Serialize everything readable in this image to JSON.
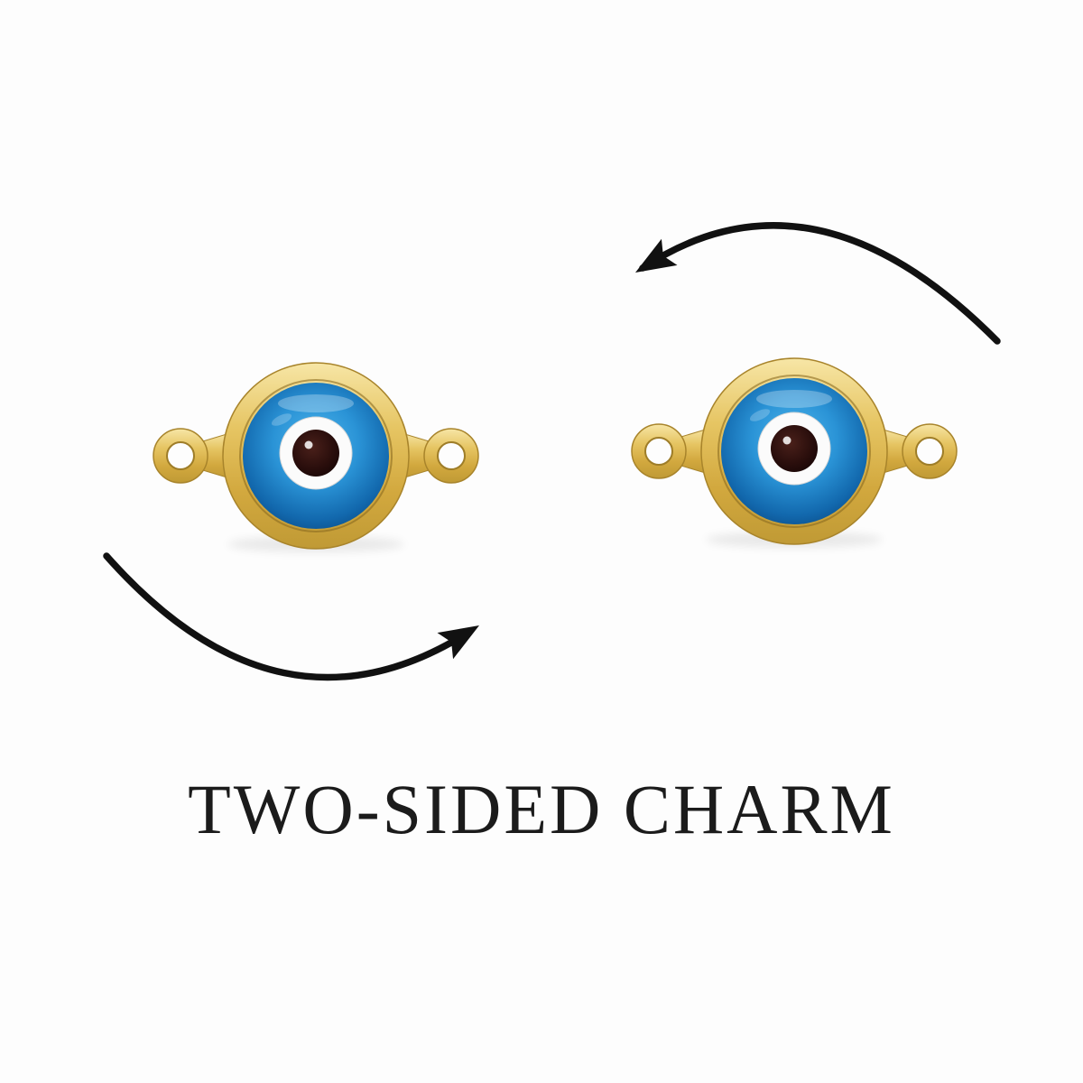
{
  "caption": {
    "text": "TWO-SIDED CHARM"
  },
  "icons": {
    "rotate_top": "rotate-counterclockwise-arrow",
    "rotate_bottom": "rotate-clockwise-arrow",
    "charm_left": "evil-eye-connector-charm-front",
    "charm_right": "evil-eye-connector-charm-back"
  },
  "colors": {
    "background": "#fdfdfd",
    "gold": "#d2a83e",
    "gold_light": "#f7e6a6",
    "gold_dark": "#a8842b",
    "eye_blue": "#2a93d6",
    "eye_blue_light": "#4fb6ec",
    "eye_blue_dark": "#0b4c86",
    "eye_white": "#ffffff",
    "pupil": "#2a0e0c",
    "arrow": "#111111",
    "text": "#1b1b1b"
  }
}
